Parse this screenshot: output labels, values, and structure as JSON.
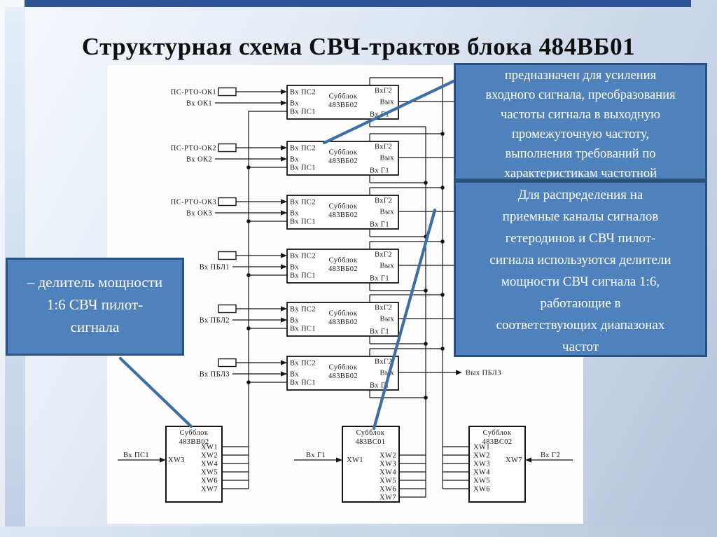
{
  "slide": {
    "title": "Структурная схема СВЧ-трактов блока 484ВБ01"
  },
  "callouts": {
    "top_right_text": "предназначен для усиления\nвходного сигнала, преобразования\nчастоты сигнала в выходную\nпромежуточную частоту,\nвыполнения требований по\nхарактеристикам частотной",
    "right_text": "Для распределения на\nприемные каналы сигналов\nгетеродинов и СВЧ пилот-\nсигнала используются делители\nмощности СВЧ сигнала 1:6,\nработающие в\nсоответствующих диапазонах\nчастот",
    "left_text": "– делитель мощности\n1:6 СВЧ пилот-\nсигнала"
  },
  "diagram": {
    "channel_block": {
      "title1": "Субблок",
      "title2": "483ВБ02",
      "port_in_top": "Вх ПС2",
      "port_in_mid": "Вх",
      "port_in_bot": "Вх ПС1",
      "port_out_top": "ВхГ2",
      "port_out_mid": "Вых",
      "port_out_bot": "Вх Г1"
    },
    "channel_inputs": [
      {
        "top": "ПС-РТО-ОК1",
        "mid": "Вх ОК1"
      },
      {
        "top": "ПС-РТО-ОК2",
        "mid": "Вх ОК2"
      },
      {
        "top": "ПС-РТО-ОК3",
        "mid": "Вх ОК3"
      },
      {
        "top": "",
        "mid": "Вх ПБЛ1"
      },
      {
        "top": "",
        "mid": "Вх ПБЛ2"
      },
      {
        "top": "",
        "mid": "Вх ПБЛ3"
      }
    ],
    "output_label": "Вых ПБЛ3",
    "dividers": [
      {
        "title1": "Субблок",
        "title2": "483ВВ02",
        "input": "Вх ПС1",
        "input_port": "XW3",
        "out_ports": [
          "XW1",
          "XW2",
          "XW4",
          "XW5",
          "XW6",
          "XW7"
        ]
      },
      {
        "title1": "Субблок",
        "title2": "483ВС01",
        "input": "Вх Г1",
        "input_port": "XW1",
        "out_ports": [
          "XW2",
          "XW3",
          "XW4",
          "XW5",
          "XW6",
          "XW7"
        ]
      },
      {
        "title1": "Субблок",
        "title2": "483ВС02",
        "input": "Вх Г2",
        "input_port": "XW7",
        "out_ports": [
          "XW1",
          "XW2",
          "XW3",
          "XW4",
          "XW5",
          "XW6"
        ]
      }
    ]
  },
  "colors": {
    "line": "#151515",
    "leader": "#3f6ea5",
    "callout_fill": "#4f81bd",
    "callout_border": "#2c5380",
    "top_bar": "#2f5496"
  }
}
